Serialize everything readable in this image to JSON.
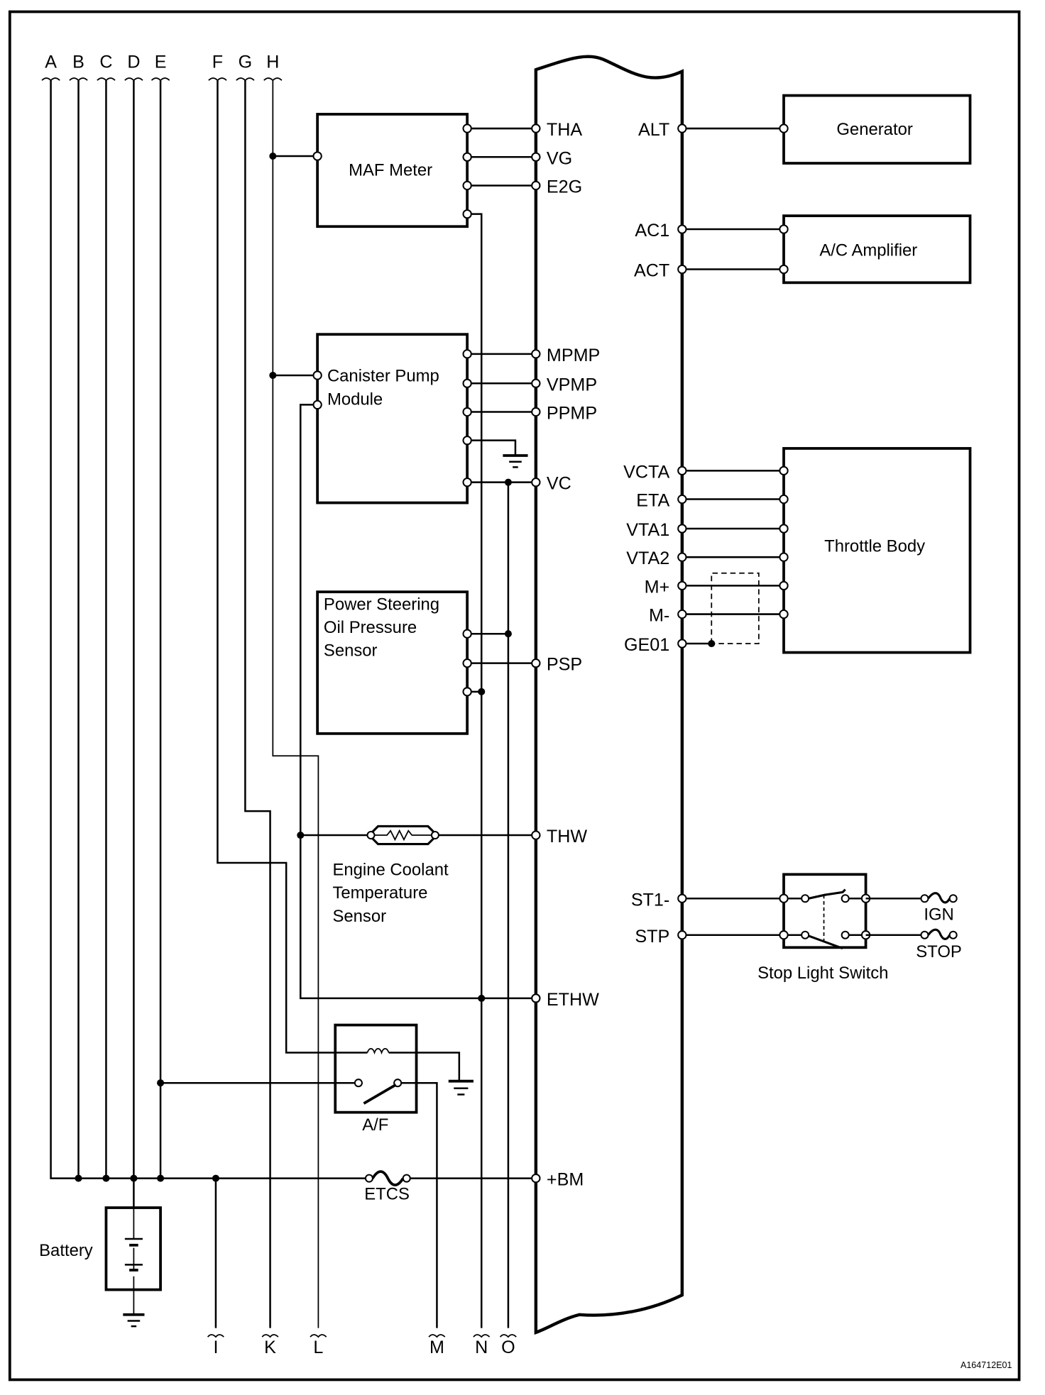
{
  "diagram": {
    "figure_id": "A164712E01",
    "connectors_top": [
      "A",
      "B",
      "C",
      "D",
      "E",
      "F",
      "G",
      "H"
    ],
    "connectors_bottom": [
      "I",
      "K",
      "L",
      "M",
      "N",
      "O"
    ],
    "components": {
      "maf_meter": "MAF Meter",
      "canister_line1": "Canister Pump",
      "canister_line2": "Module",
      "ps_line1": "Power Steering",
      "ps_line2": "Oil Pressure",
      "ps_line3": "Sensor",
      "ect_line1": "Engine Coolant",
      "ect_line2": "Temperature",
      "ect_line3": "Sensor",
      "af_relay": "A/F",
      "etcs_fuse": "ETCS",
      "battery": "Battery",
      "generator": "Generator",
      "ac_amplifier": "A/C Amplifier",
      "throttle_body": "Throttle Body",
      "stop_light_switch": "Stop Light Switch",
      "ign_fuse": "IGN",
      "stop_fuse": "STOP"
    },
    "ecu_left_terminals": {
      "tha": "THA",
      "vg": "VG",
      "e2g": "E2G",
      "mpmp": "MPMP",
      "vpmp": "VPMP",
      "ppmp": "PPMP",
      "vc": "VC",
      "psp": "PSP",
      "thw": "THW",
      "ethw": "ETHW",
      "bm": "+BM"
    },
    "ecu_right_terminals": {
      "alt": "ALT",
      "ac1": "AC1",
      "act": "ACT",
      "vcta": "VCTA",
      "eta": "ETA",
      "vta1": "VTA1",
      "vta2": "VTA2",
      "mplus": "M+",
      "mminus": "M-",
      "ge01": "GE01",
      "st1": "ST1-",
      "stp": "STP"
    }
  }
}
